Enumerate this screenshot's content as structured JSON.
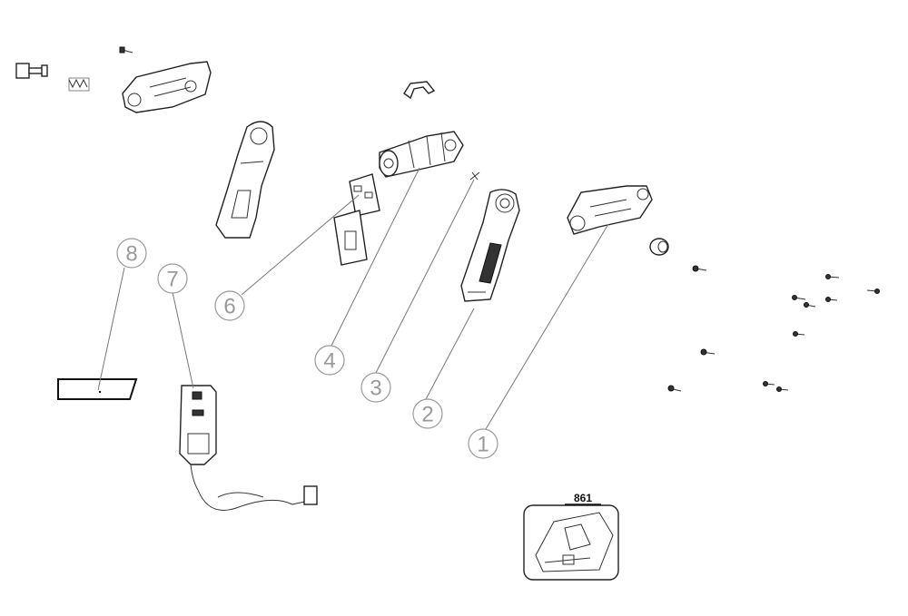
{
  "callouts": [
    {
      "id": "1",
      "label": "1"
    },
    {
      "id": "2",
      "label": "2"
    },
    {
      "id": "3",
      "label": "3"
    },
    {
      "id": "4",
      "label": "4"
    },
    {
      "id": "6",
      "label": "6"
    },
    {
      "id": "7",
      "label": "7"
    },
    {
      "id": "8",
      "label": "8"
    }
  ],
  "case_label": "861",
  "colors": {
    "callout": "#9a9a9a",
    "outline": "#222222"
  }
}
